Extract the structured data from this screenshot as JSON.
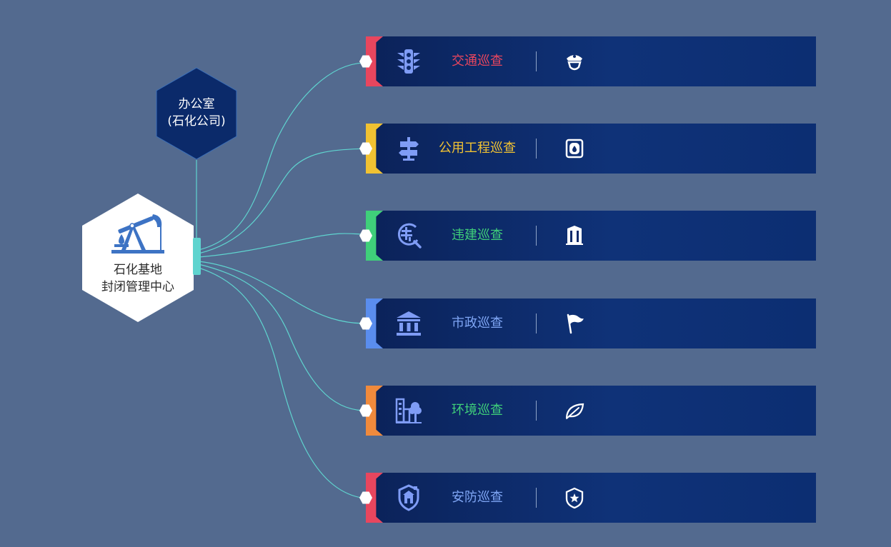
{
  "center": {
    "line1": "石化基地",
    "line2": "封闭管理中心",
    "icon": "oil-pump-icon"
  },
  "office": {
    "line1": "办公室",
    "line2": "(石化公司)"
  },
  "colors": {
    "background": "#536a8f",
    "connector": "#5fd4cf",
    "card": "#0c2a6b"
  },
  "categories": [
    {
      "label": "交通巡查",
      "color": "#e8465e",
      "icon": "traffic-light-icon",
      "badge_icon": "police-cap-icon"
    },
    {
      "label": "公用工程巡查",
      "color": "#f1c232",
      "icon": "signpost-icon",
      "badge_icon": "oil-barrel-icon"
    },
    {
      "label": "违建巡查",
      "color": "#3fcf7a",
      "icon": "illegal-building-search-icon",
      "badge_icon": "building-icon"
    },
    {
      "label": "市政巡查",
      "color": "#5a8dee",
      "icon": "government-building-icon",
      "badge_icon": "flag-icon"
    },
    {
      "label": "环境巡查",
      "color": "#f08a3c",
      "icon": "city-tree-icon",
      "badge_icon": "leaf-icon"
    },
    {
      "label": "安防巡查",
      "color": "#e8465e",
      "icon": "security-shield-icon",
      "badge_icon": "star-shield-icon"
    }
  ]
}
